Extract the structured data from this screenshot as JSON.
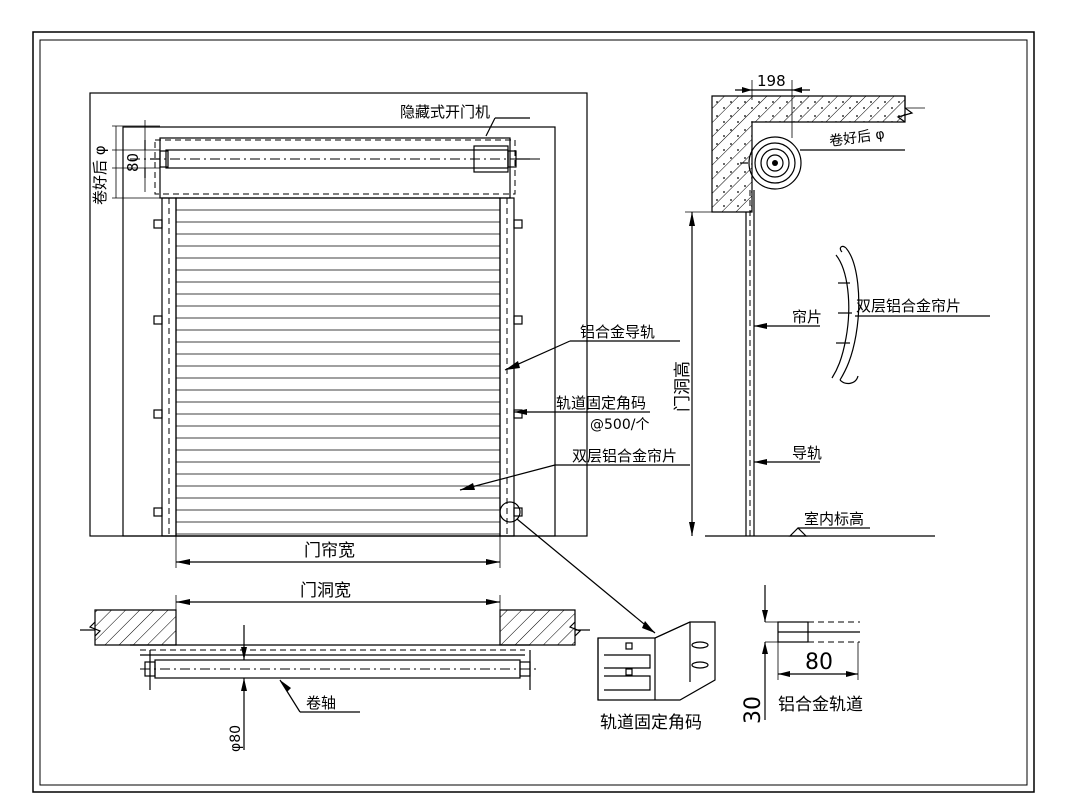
{
  "labels": {
    "concealed_opener": "隐藏式开门机",
    "rolled_dia_left": "卷好后 φ",
    "dim_80_left": "80",
    "dim_198": "198",
    "rolled_dia_right": "卷好后 φ",
    "alu_guide_rail": "铝合金导轨",
    "rail_bracket": "轨道固定角码",
    "rail_bracket_spacing": "@500/个",
    "double_alu_slat_front": "双层铝合金帘片",
    "curtain_width": "门帘宽",
    "opening_height": "门洞高",
    "slat": "帘片",
    "double_alu_slat_side": "双层铝合金帘片",
    "guide_rail": "导轨",
    "indoor_elevation": "室内标高",
    "opening_width": "门洞宽",
    "reel_axis": "卷轴",
    "dia_80": "φ80",
    "bracket_caption": "轨道固定角码",
    "dim_80_rail": "80",
    "dim_30_rail": "30",
    "alu_rail_caption": "铝合金轨道"
  },
  "colors": {
    "line": "#000000",
    "background": "#ffffff"
  }
}
